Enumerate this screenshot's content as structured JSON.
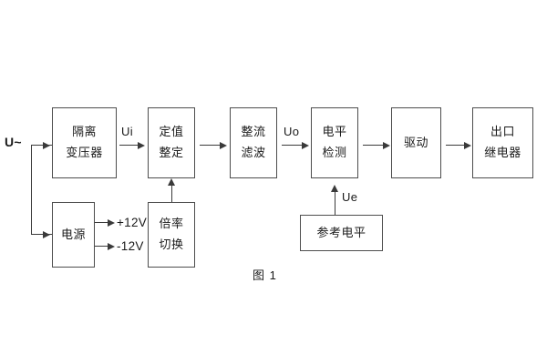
{
  "figure": {
    "caption": "图 1",
    "background_color": "#ffffff",
    "line_color": "#3a3a3a",
    "box_border_color": "#4d4d4d",
    "text_color": "#1a1a1a"
  },
  "input": {
    "label": "U~"
  },
  "blocks": [
    {
      "id": "isolation-transformer",
      "line1": "隔离",
      "line2": "变压器"
    },
    {
      "id": "setting-value",
      "line1": "定值",
      "line2": "整定"
    },
    {
      "id": "rectifier-filter",
      "line1": "整流",
      "line2": "滤波"
    },
    {
      "id": "level-detection",
      "line1": "电平",
      "line2": "检测"
    },
    {
      "id": "driver",
      "line1": "驱动",
      "line2": ""
    },
    {
      "id": "output-relay",
      "line1": "出口",
      "line2": "继电器"
    },
    {
      "id": "power-supply",
      "line1": "电源",
      "line2": ""
    },
    {
      "id": "multiplier-switch",
      "line1": "倍率",
      "line2": "切换"
    },
    {
      "id": "reference-level",
      "line1": "参考电平",
      "line2": ""
    }
  ],
  "signals": {
    "ui": "Ui",
    "uo": "Uo",
    "ue": "Ue"
  },
  "power_outputs": [
    {
      "label": "+12V"
    },
    {
      "label": "-12V"
    }
  ]
}
